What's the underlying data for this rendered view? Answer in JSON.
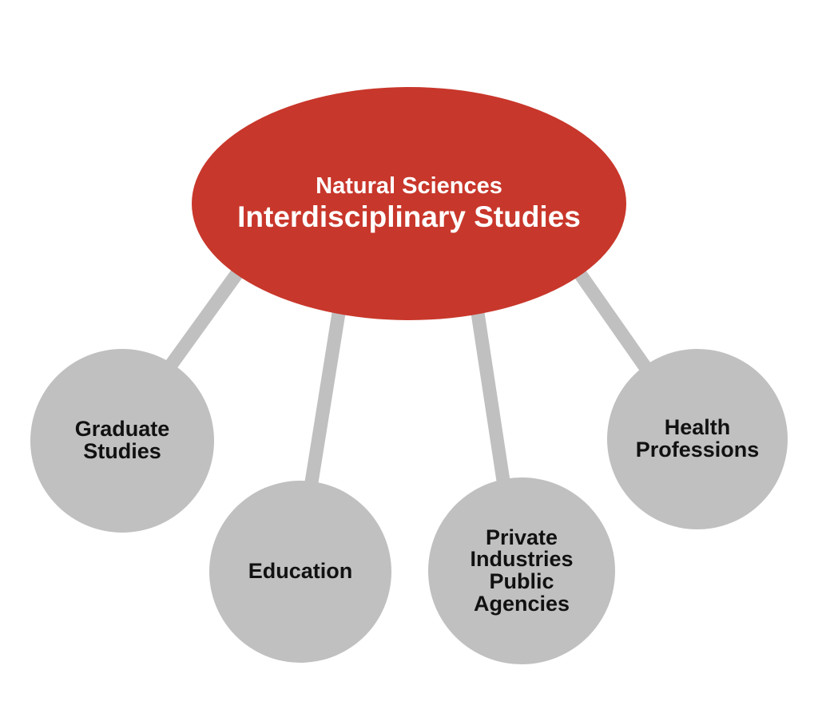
{
  "colors": {
    "center_fill": "#c8372b",
    "node_fill": "#c0c0c0",
    "connector": "#c0c0c0",
    "center_text": "#ffffff",
    "node_text": "#111111"
  },
  "center": {
    "line1": "Natural Sciences",
    "line2": "Interdisciplinary Studies"
  },
  "nodes": [
    {
      "id": "graduate",
      "lines": [
        "Graduate",
        "Studies"
      ]
    },
    {
      "id": "education",
      "lines": [
        "Education"
      ]
    },
    {
      "id": "private",
      "lines": [
        "Private",
        "Industries",
        "Public",
        "Agencies"
      ]
    },
    {
      "id": "health",
      "lines": [
        "Health",
        "Professions"
      ]
    }
  ]
}
